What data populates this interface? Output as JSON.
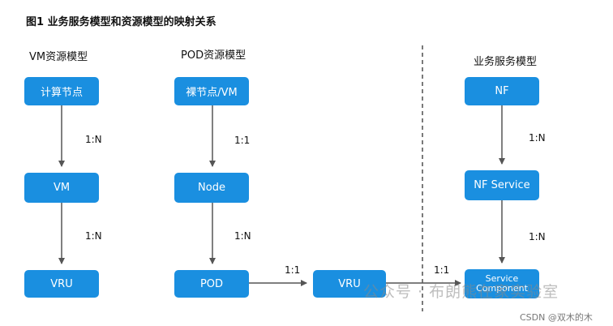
{
  "title": "图1  业务服务模型和资源模型的映射关系",
  "columns": {
    "vm": {
      "label": "VM资源模型",
      "boxes": [
        "计算节点",
        "VM",
        "VRU"
      ],
      "ratios": [
        "1:N",
        "1:N"
      ]
    },
    "pod": {
      "label": "POD资源模型",
      "boxes": [
        "裸节点/VM",
        "Node",
        "POD"
      ],
      "ratios": [
        "1:1",
        "1:N"
      ]
    },
    "middle": {
      "box": "VRU",
      "ratio_in": "1:1",
      "ratio_out": "1:1"
    },
    "service": {
      "label": "业务服务模型",
      "boxes": [
        "NF",
        "NF Service"
      ],
      "component_lines": [
        "Service",
        "Component"
      ],
      "ratios": [
        "1:N",
        "1:N"
      ]
    }
  },
  "watermark": "公众号 · 布朗熊在家实验室",
  "credit": "CSDN @双木的木",
  "colors": {
    "box": "#1a8fe0",
    "arrow": "#555555",
    "divider": "#333333"
  }
}
